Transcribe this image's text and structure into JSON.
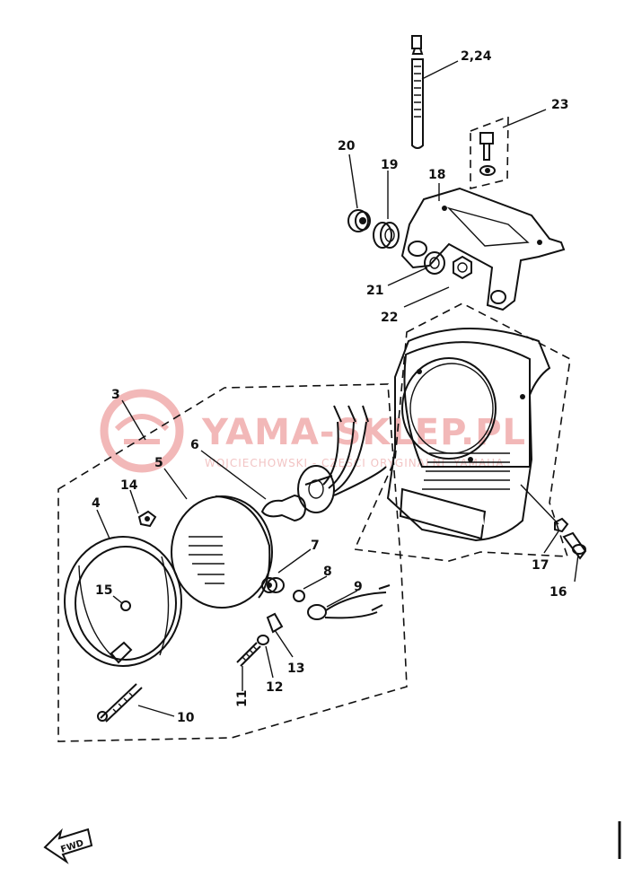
{
  "watermark": {
    "main": "YAMA-SKLEP.PL",
    "sub": "WOJCIECHOWSKI - CZĘŚCI ORYGINALNE YAMAHA"
  },
  "cover_brand": "YAMAHA",
  "fwd_label": "FWD",
  "labels": {
    "l2_24": "2,24",
    "l23": "23",
    "l20": "20",
    "l19": "19",
    "l18": "18",
    "l21": "21",
    "l22": "22",
    "l3": "3",
    "l6": "6",
    "l5": "5",
    "l14": "14",
    "l4": "4",
    "l7": "7",
    "l8": "8",
    "l9": "9",
    "l15": "15",
    "l17": "17",
    "l16": "16",
    "l11": "11",
    "l12": "12",
    "l13": "13",
    "l10": "10"
  }
}
